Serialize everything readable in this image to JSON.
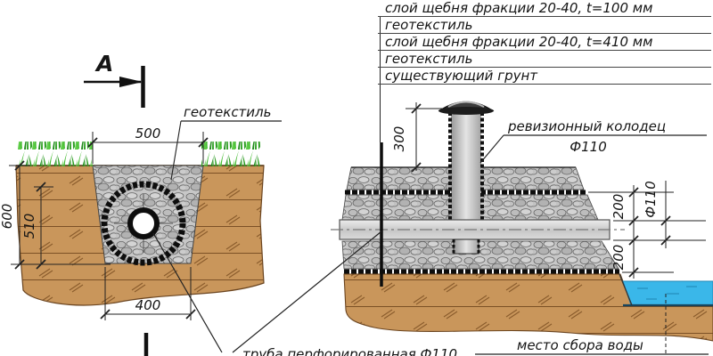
{
  "drawing": {
    "layer_list": [
      {
        "label": "слой щебня фракции  20-40,  t=100 мм"
      },
      {
        "label": "геотекстиль"
      },
      {
        "label": "слой щебня фракции  20-40,  t=410 мм"
      },
      {
        "label": "геотекстиль"
      },
      {
        "label": "существующий грунт"
      }
    ],
    "section": {
      "marker": "А",
      "geotextile_label": "геотекстиль",
      "dim_width_top": "500",
      "dim_depth_outer": "600",
      "dim_depth_inner": "510",
      "dim_width_bottom": "400"
    },
    "profile": {
      "dim_well_height": "300",
      "dim_layer_above": "200",
      "dim_pipe_diameter": "Ф110",
      "dim_layer_below": "200",
      "well_label_line1": "ревизионный колодец",
      "well_label_line2": "Ф110",
      "pipe_label": "труба перфорированная  Ф110",
      "water_label": "место сбора воды"
    },
    "colors": {
      "soil": "#c9965b",
      "soil_line": "#7c5126",
      "gravel": "#c7c7c7",
      "grass": "#3aa62f",
      "water": "#3ab7e9",
      "pipe": "#d4d4d4",
      "line": "#1a1a1a"
    }
  }
}
